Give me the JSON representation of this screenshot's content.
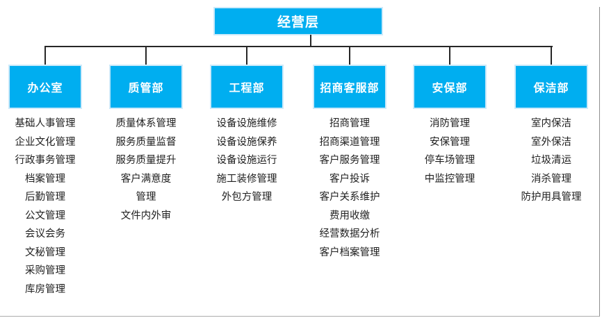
{
  "chart": {
    "type": "org-chart",
    "root_label": "经营层",
    "departments": [
      {
        "label": "办公室",
        "items": [
          "基础人事管理",
          "企业文化管理",
          "行政事务管理",
          "档案管理",
          "后勤管理",
          "公文管理",
          "会议会务",
          "文秘管理",
          "采购管理",
          "库房管理"
        ]
      },
      {
        "label": "质管部",
        "items": [
          "质量体系管理",
          "服务质量监督",
          "服务质量提升",
          "客户满意度",
          "管理",
          "文件内外审"
        ]
      },
      {
        "label": "工程部",
        "items": [
          "设备设施维修",
          "设备设施保养",
          "设备设施运行",
          "施工装修管理",
          "外包方管理"
        ]
      },
      {
        "label": "招商客服部",
        "items": [
          "招商管理",
          "招商渠道管理",
          "客户服务管理",
          "客户投诉",
          "客户关系维护",
          "费用收缴",
          "经营数据分析",
          "客户档案管理"
        ]
      },
      {
        "label": "安保部",
        "items": [
          "消防管理",
          "安保管理",
          "停车场管理",
          "中监控管理"
        ]
      },
      {
        "label": "保洁部",
        "items": [
          "室内保洁",
          "室外保洁",
          "垃圾清运",
          "消杀管理",
          "防护用具管理"
        ]
      }
    ],
    "colors": {
      "box_fill": "#00AEF0",
      "box_border": "#CDEAFA",
      "box_text": "#FFFFFF",
      "connector_line": "#262626",
      "item_text": "#1F1F1F",
      "frame_border": "#8F8F8F"
    }
  }
}
